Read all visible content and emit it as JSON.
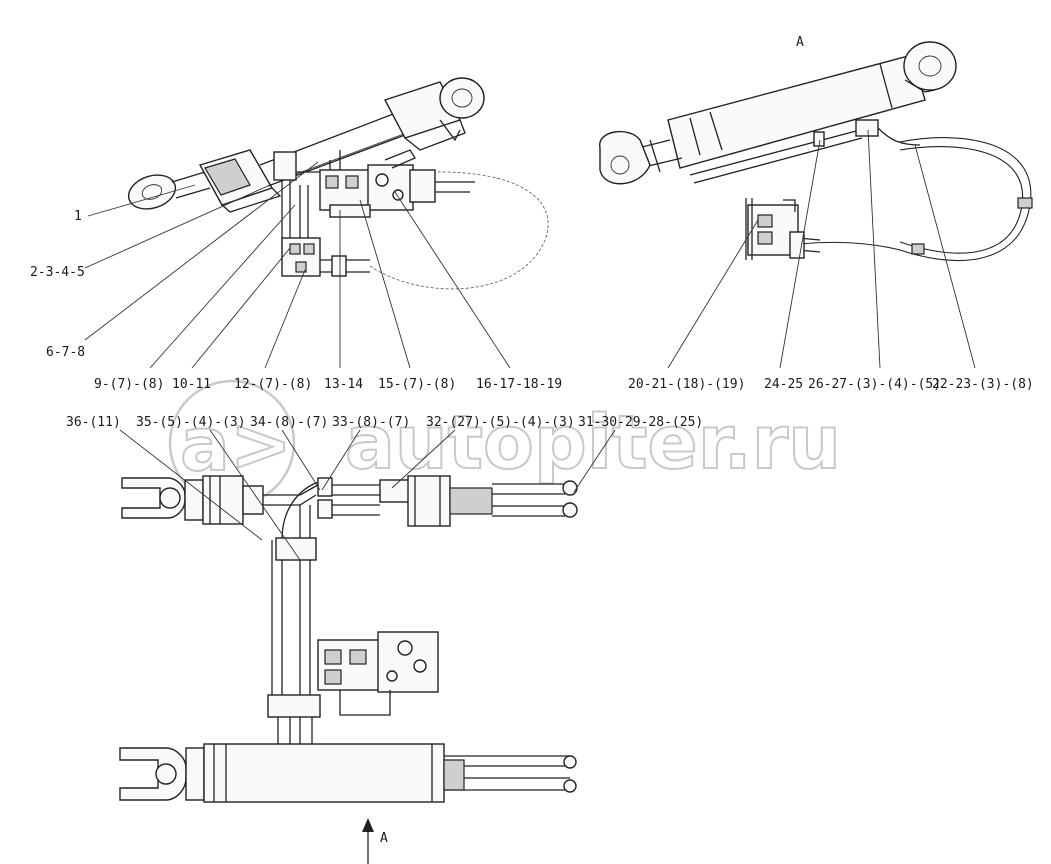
{
  "view_labels": {
    "view_a_top": "A",
    "view_a_bottom": "A"
  },
  "watermark": {
    "logo": "a>",
    "text": "autopiter.ru"
  },
  "callouts": {
    "c1": "1",
    "c2": "2-3-4-5",
    "c6": "6-7-8",
    "c9": "9-(7)-(8)",
    "c10": "10-11",
    "c12": "12-(7)-(8)",
    "c13": "13-14",
    "c15": "15-(7)-(8)",
    "c16": "16-17-18-19",
    "c20": "20-21-(18)-(19)",
    "c24": "24-25",
    "c26": "26-27-(3)-(4)-(5)",
    "c22": "22-23-(3)-(8)",
    "c36": "36-(11)",
    "c35": "35-(5)-(4)-(3)",
    "c34": "34-(8)-(7)",
    "c33": "33-(8)-(7)",
    "c32": "32-(27)-(5)-(4)-(3)",
    "c31": "31-30-29-28-(25)"
  }
}
